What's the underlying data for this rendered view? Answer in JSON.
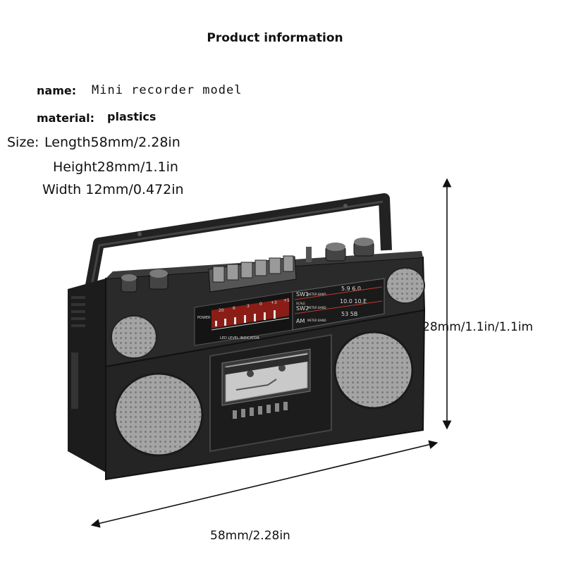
{
  "title": "Product information",
  "specs": {
    "name_label": "name:",
    "name_value": "Mini recorder model",
    "material_label": "material:",
    "material_value": "plastics",
    "size_label": "Size:",
    "length": "Length58mm/2.28in",
    "height": "Height28mm/1.1in",
    "width": "Width 12mm/0.472in"
  },
  "dimensions": {
    "vertical": "28mm/1.1in/1.1im",
    "horizontal": "58mm/2.28in"
  },
  "radio_panel": {
    "meter_ticks": [
      "20",
      "6",
      "3",
      "0",
      "+3",
      "+5"
    ],
    "power": "POWER",
    "indicator": "LED LEVEL INDICATOR",
    "sw1": "SW1",
    "sw1_sub": "METER BAND",
    "sw1_vals": "5.9 6.0",
    "scale": "SCALE",
    "sw2": "SW2",
    "sw2_sub": "METER BAND",
    "sw2_vals": "10.0 10.E",
    "am": "AM",
    "am_sub": "METER BAND",
    "am_vals": "53 5B"
  },
  "colors": {
    "body": "#2b2b2b",
    "body_dark": "#1a1a1a",
    "speaker": "#a8a8a8",
    "meter_red": "#b3261e"
  }
}
